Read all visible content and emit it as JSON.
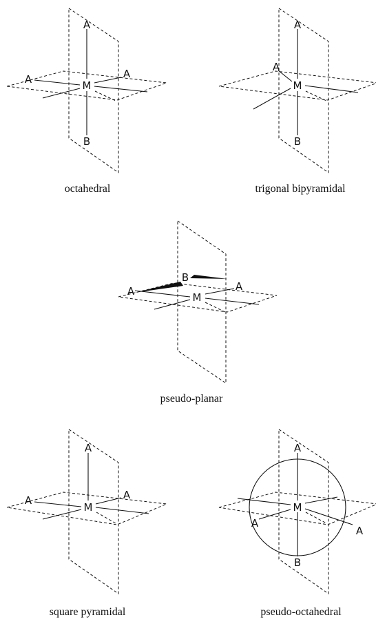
{
  "panels": [
    {
      "caption": "octahedral",
      "center": "M",
      "atoms": [
        "A",
        "A",
        "A",
        "B"
      ]
    },
    {
      "caption": "trigonal bipyramidal",
      "center": "M",
      "atoms": [
        "A",
        "A",
        "B"
      ]
    },
    {
      "caption": "pseudo-planar",
      "center": "M",
      "atoms": [
        "B",
        "A",
        "A"
      ]
    },
    {
      "caption": "square pyramidal",
      "center": "M",
      "atoms": [
        "A",
        "A",
        "A"
      ]
    },
    {
      "caption": "pseudo-octahedral",
      "center": "M",
      "atoms": [
        "A",
        "A",
        "A",
        "B"
      ]
    }
  ]
}
